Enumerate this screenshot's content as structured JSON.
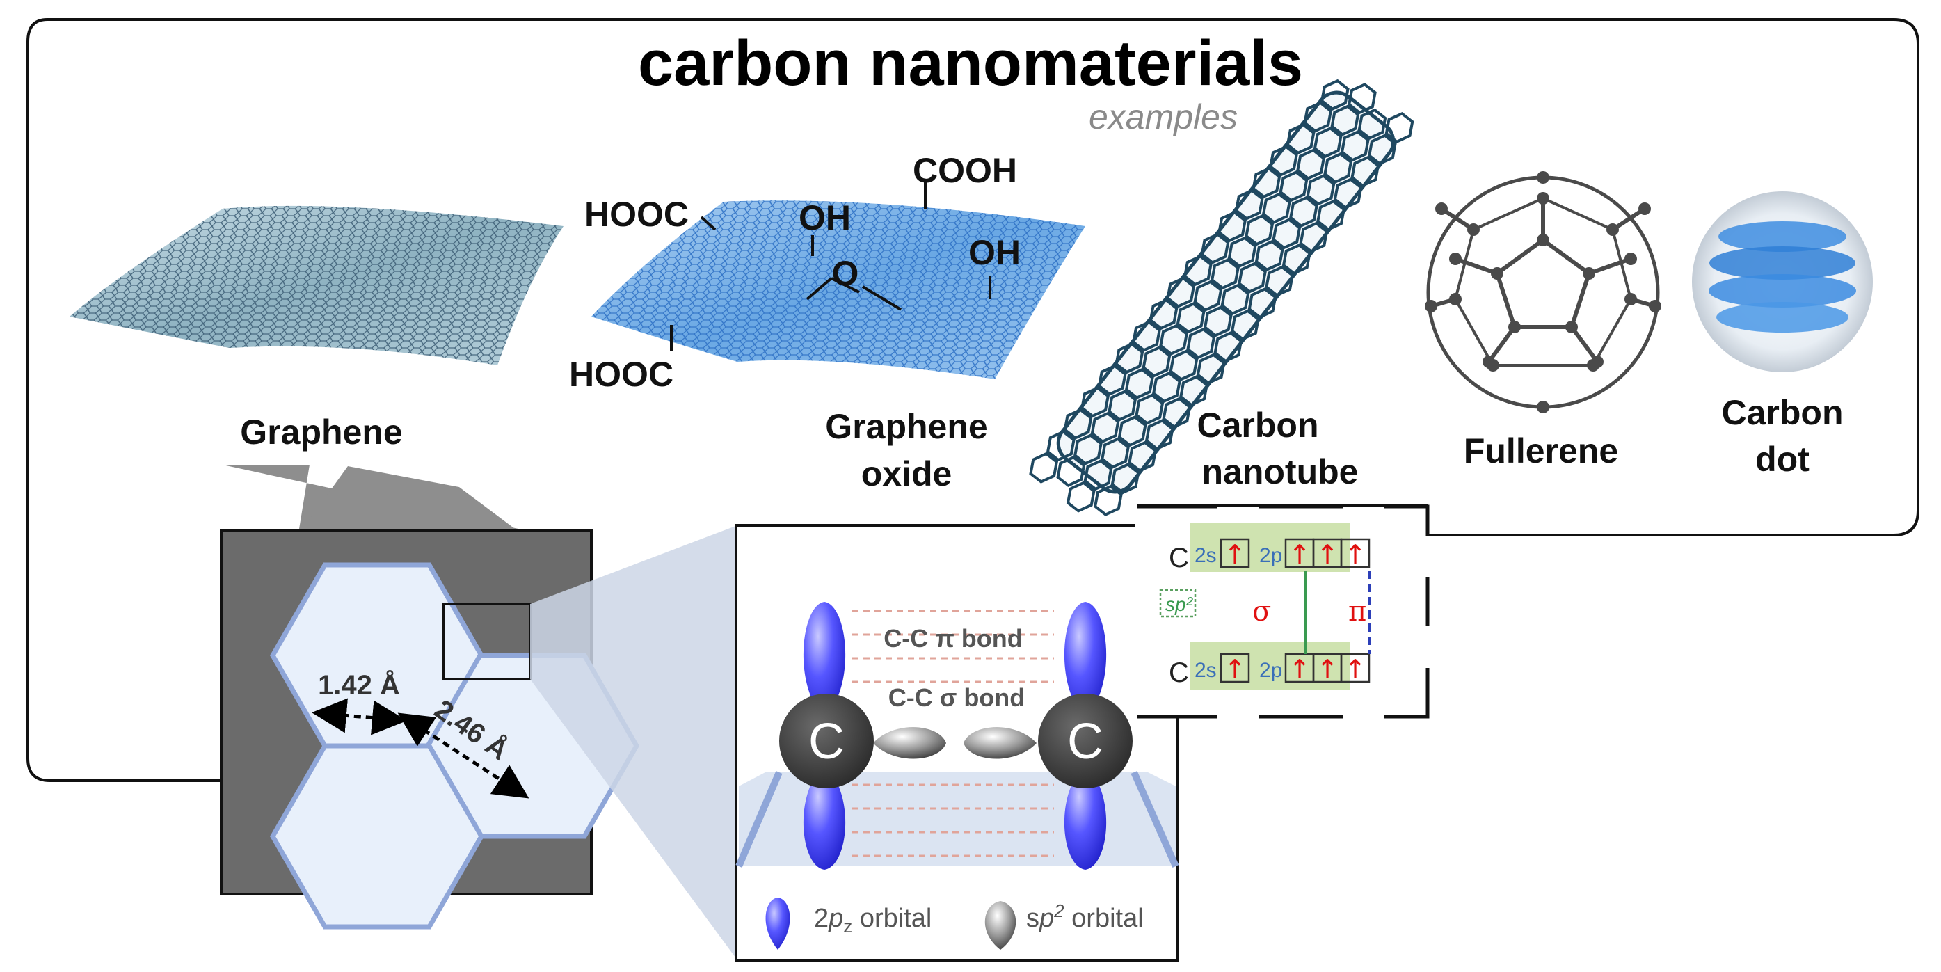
{
  "title": "carbon nanomaterials",
  "subtitle": "examples",
  "materials": {
    "graphene": "Graphene",
    "graphene_oxide_line1": "Graphene",
    "graphene_oxide_line2": "oxide",
    "nanotube_line1": "Carbon",
    "nanotube_line2": "nanotube",
    "fullerene": "Fullerene",
    "carbon_dot_line1": "Carbon",
    "carbon_dot_line2": "dot"
  },
  "functional_groups": {
    "cooh": "COOH",
    "hooc_top": "HOOC",
    "hooc_bottom": "HOOC",
    "oh_1": "OH",
    "oh_2": "OH",
    "epoxy_o": "O"
  },
  "lattice": {
    "bond_length": "1.42 Å",
    "lattice_constant": "2.46 Å"
  },
  "bonding": {
    "atom_left": "C",
    "atom_right": "C",
    "pi_bond": "C-C π bond",
    "sigma_bond": "C-C σ bond",
    "legend_pz_prefix": "2",
    "legend_pz_p": "p",
    "legend_pz_z": "z",
    "legend_pz_suffix": " orbital",
    "legend_sp2_prefix": "s",
    "legend_sp2_p": "p",
    "legend_sp2_2": "2",
    "legend_sp2_suffix": " orbital"
  },
  "orbital_diagram": {
    "atom_top": "C",
    "atom_bottom": "C",
    "s_label": "2s",
    "p_label": "2p",
    "hybrid": "sp²",
    "sigma": "σ",
    "pi": "π",
    "arrow": "↑"
  },
  "colors": {
    "orbital_blue": "#3b3bf0",
    "lattice_fill": "#e8f0fb",
    "lattice_edge": "#8fa6d8",
    "dark_panel": "#6b6b6b",
    "atom_gray": "#444444",
    "highlight_green": "#cfe3b0",
    "arrow_red": "#e01010"
  }
}
